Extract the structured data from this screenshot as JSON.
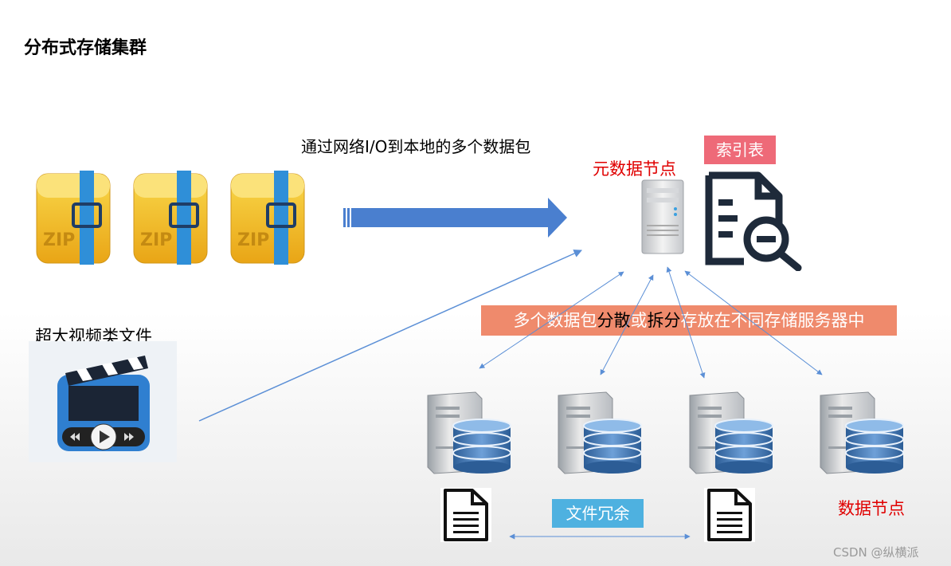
{
  "title": "分布式存储集群",
  "transfer_caption": "通过网络I/O到本地的多个数据包",
  "metadata_node_label": "元数据节点",
  "index_table_label": "索引表",
  "video_file_label": "超大视频类文件",
  "distribute_banner": {
    "part1": "多个数据包",
    "part2": "分散",
    "part3": "或",
    "part4": "拆分",
    "part5": "存放在不同存储服务器中"
  },
  "redundancy_label": "文件冗余",
  "data_node_label": "数据节点",
  "zip_label": "ZIP",
  "watermark": "CSDN @纵横派",
  "colors": {
    "red_label": "#e00000",
    "index_badge": "#ee6a78",
    "banner": "#ef8a6c",
    "redundancy_badge": "#4eb1e0",
    "arrow_blue": "#5b8fd6",
    "db_blue": "#3d6fa8",
    "zip_gold": "#f2b72a"
  },
  "icons": [
    "zip-archive-icon",
    "server-icon",
    "document-search-icon",
    "video-clapper-icon",
    "server-database-icon",
    "document-icon"
  ]
}
